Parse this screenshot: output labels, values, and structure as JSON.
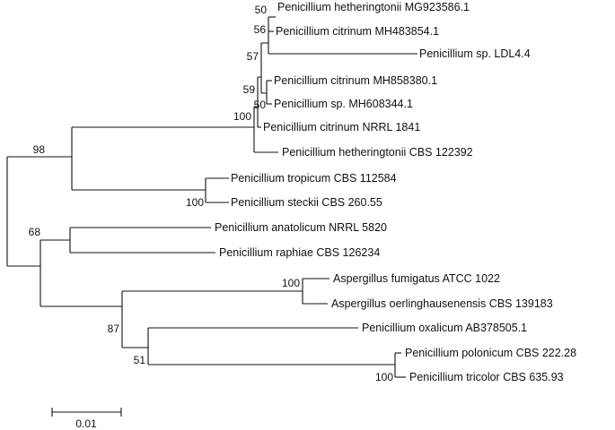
{
  "taxa": [
    "Penicillium hetheringtonii MG923586.1",
    "Penicillium citrinum MH483854.1",
    "Penicillium sp. LDL4.4",
    "Penicillium citrinum MH858380.1",
    "Penicillium sp. MH608344.1",
    "Penicillium citrinum NRRL 1841",
    "Penicillium hetheringtonii CBS 122392",
    "Penicillium tropicum CBS 112584",
    "Penicillium steckii CBS 260.55",
    "Penicillium anatolicum NRRL 5820",
    "Penicillium raphiae CBS 126234",
    "Aspergillus fumigatus ATCC 1022",
    "Aspergillus oerlinghausenensis CBS 139183",
    "Penicillium oxalicum AB378505.1",
    "Penicillium polonicum CBS 222.28",
    "Penicillium tricolor CBS 635.93"
  ],
  "bootstrap": [
    "50",
    "56",
    "57",
    "59",
    "50",
    "100",
    "98",
    "100",
    "68",
    "100",
    "87",
    "51",
    "100"
  ],
  "scale_bar": {
    "label": "0.01"
  },
  "colors": {
    "line": "#111111",
    "text": "#111111",
    "background": "#ffffff"
  }
}
